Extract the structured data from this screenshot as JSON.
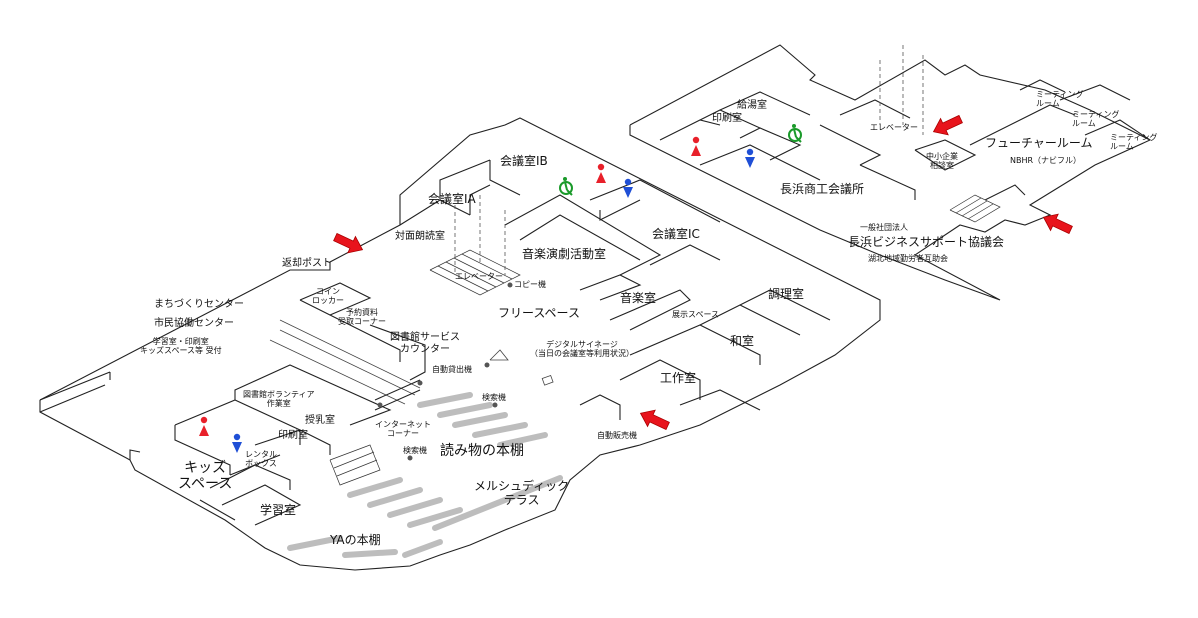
{
  "labels": {
    "kaigi_1b": "会議室ⅠB",
    "kaigi_1a": "会議室ⅠA",
    "kaigi_1c": "会議室IC",
    "taimen": "対面朗読室",
    "henkyaku": "返却ポスト",
    "coin_locker": "コイン\nロッカー",
    "yoyaku": "予約資料\n受取コーナー",
    "machizukuri": "まちづくりセンター",
    "shimin": "市民協働センター",
    "gakushu_etc": "学習室・印刷室\nキッズスペース等 受付",
    "service_counter": "図書館サービス\nカウンター",
    "jidou_kashidashi": "自動貸出機",
    "ongaku_engeki": "音楽演劇活動室",
    "elevator_mid": "エレベーター",
    "copy": "コピー機",
    "free_space": "フリースペース",
    "ongakushitsu": "音楽室",
    "tenji": "展示スペース",
    "digital": "デジタルサイネージ\n（当日の会議室等利用状況）",
    "volunteer": "図書館ボランティア\n作業室",
    "junyu": "授乳室",
    "insatsu_left": "印刷室",
    "rental_box": "レンタル\nボックス",
    "kids": "キッズ\nスペース",
    "gakushushitsu": "学習室",
    "ya": "YAの本棚",
    "internet": "インターネット\nコーナー",
    "kensaku1": "検索機",
    "kensaku2": "検索機",
    "yomimono": "読み物の本棚",
    "meshu": "メルシュディック\nテラス",
    "jihanki": "自動販売機",
    "kousaku": "工作室",
    "washitsu": "和室",
    "chouri": "調理室",
    "kyuto": "給湯室",
    "insatsu_right": "印刷室",
    "shokokai": "長浜商工会議所",
    "biz_sub": "一般社団法人",
    "biz": "長浜ビジネスサポート協議会",
    "kohoku": "湖北地域勤労者互助会",
    "elevator_right": "エレベーター",
    "chushou": "中小企業\n相談室",
    "future": "フューチャールーム",
    "nbhr": "NBHR（ナビフル）",
    "meeting1": "ミーティング\nルーム",
    "meeting2": "ミーティング\nルーム",
    "meeting3": "ミーティング\nルーム"
  },
  "icons": {
    "female": "female-restroom-icon",
    "male": "male-restroom-icon",
    "accessible": "accessible-restroom-icon",
    "entrance": "entrance-arrow-icon"
  },
  "colors": {
    "female": "#e8202a",
    "male": "#1f4fd6",
    "accessible": "#1a9a2a",
    "arrow": "#e8141c",
    "shelf": "#bdbdbd"
  }
}
